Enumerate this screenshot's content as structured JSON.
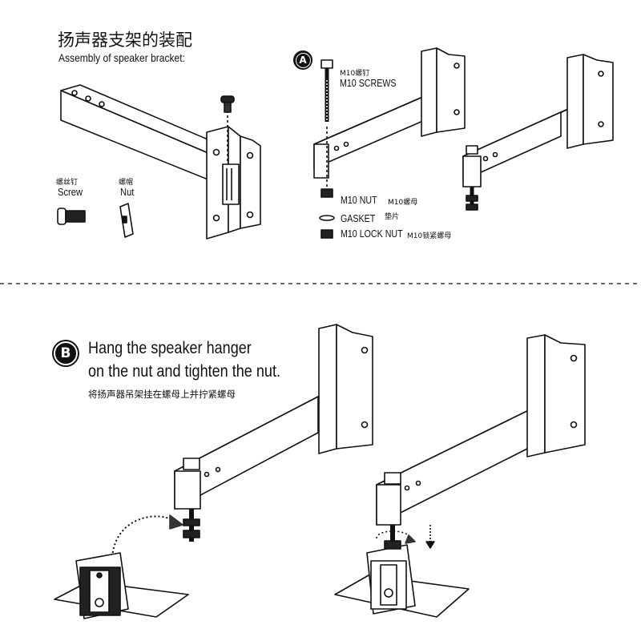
{
  "title": {
    "zh": "扬声器支架的装配",
    "en": "Assembly of speaker bracket:"
  },
  "parts": {
    "screw": {
      "zh": "螺丝钉",
      "en": "Screw"
    },
    "nut": {
      "zh": "螺帽",
      "en": "Nut"
    }
  },
  "step_a": {
    "badge": "A",
    "m10_screws": {
      "zh": "M10螺钉",
      "en": "M10 SCREWS"
    },
    "m10_nut": {
      "en": "M10 NUT",
      "zh": "M10螺母"
    },
    "gasket": {
      "en": "GASKET",
      "zh": "垫片"
    },
    "m10_lock_nut": {
      "en": "M10 LOCK NUT",
      "zh": "M10锁紧螺母"
    }
  },
  "step_b": {
    "badge": "B",
    "line1": "Hang the speaker hanger",
    "line2": "on the nut and tighten the nut.",
    "zh": "将扬声器吊架挂在螺母上并拧紧螺母"
  }
}
